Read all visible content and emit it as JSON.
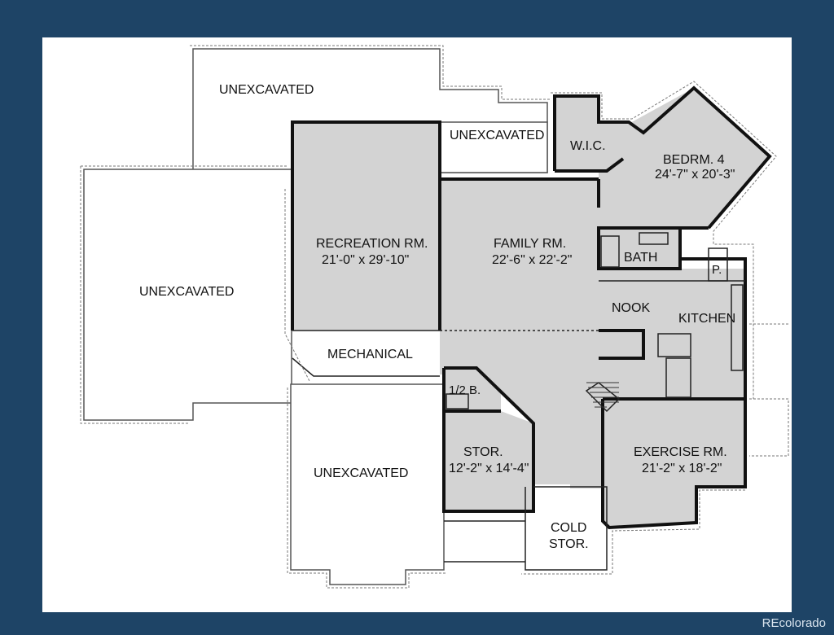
{
  "watermark": "REcolorado",
  "rooms": {
    "unexcavated_top": "UNEXCAVATED",
    "unexcavated_mid": "UNEXCAVATED",
    "unexcavated_left": "UNEXCAVATED",
    "unexcavated_bottom": "UNEXCAVATED",
    "wic": "W.I.C.",
    "bedroom4_name": "BEDRM. 4",
    "bedroom4_size": "24'-7\" x 20'-3\"",
    "recreation_name": "RECREATION RM.",
    "recreation_size": "21'-0\" x 29'-10\"",
    "family_name": "FAMILY RM.",
    "family_size": "22'-6\" x 22'-2\"",
    "bath": "BATH",
    "pantry": "P.",
    "nook": "NOOK",
    "kitchen": "KITCHEN",
    "mechanical": "MECHANICAL",
    "half_bath": "1/2 B.",
    "storage_name": "STOR.",
    "storage_size": "12'-2\" x 14'-4\"",
    "exercise_name": "EXERCISE RM.",
    "exercise_size": "21'-2\" x 18'-2\"",
    "cold_storage_line1": "COLD",
    "cold_storage_line2": "STOR."
  }
}
